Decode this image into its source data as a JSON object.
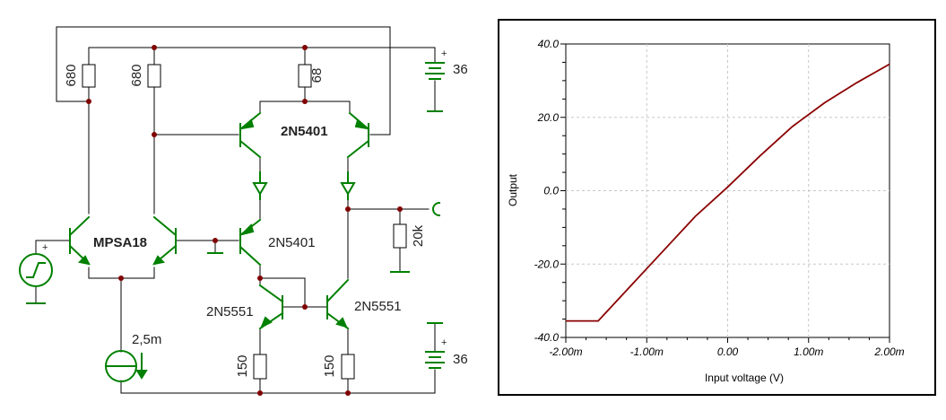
{
  "schematic": {
    "components": {
      "r1": "680",
      "r2": "680",
      "r3": "68",
      "r_load": "20k",
      "r_e1": "150",
      "r_e2": "150",
      "diff_pair": "MPSA18",
      "pnp_pair": "2N5401",
      "pnp_single": "2N5401",
      "npn_left": "2N5551",
      "npn_right": "2N5551",
      "current_source": "2,5m",
      "supply_top": "36",
      "supply_bottom": "36",
      "plus_top": "+",
      "plus_bottom": "+",
      "plus_source": "+"
    },
    "colors": {
      "wire": "#000000",
      "component": "#008000",
      "junction": "#800000"
    }
  },
  "chart_data": {
    "type": "line",
    "xlabel": "Input voltage (V)",
    "ylabel": "Output",
    "xlim": [
      -2.0,
      2.0
    ],
    "ylim": [
      -40.0,
      40.0
    ],
    "x_ticks": [
      "-2.00m",
      "-1.00m",
      "0.00",
      "1.00m",
      "2.00m"
    ],
    "y_ticks": [
      "40.0",
      "20.0",
      "0.0",
      "-20.0",
      "-40.0"
    ],
    "x_unit": "mV",
    "grid": true,
    "series": [
      {
        "color": "#8b0000",
        "x": [
          -2.0,
          -1.6,
          -1.2,
          -0.8,
          -0.4,
          0.0,
          0.4,
          0.8,
          1.2,
          1.6,
          2.0
        ],
        "y": [
          -35.5,
          -35.5,
          -26.0,
          -16.5,
          -7.0,
          1.0,
          9.5,
          17.5,
          24.0,
          29.5,
          34.5
        ]
      }
    ]
  }
}
